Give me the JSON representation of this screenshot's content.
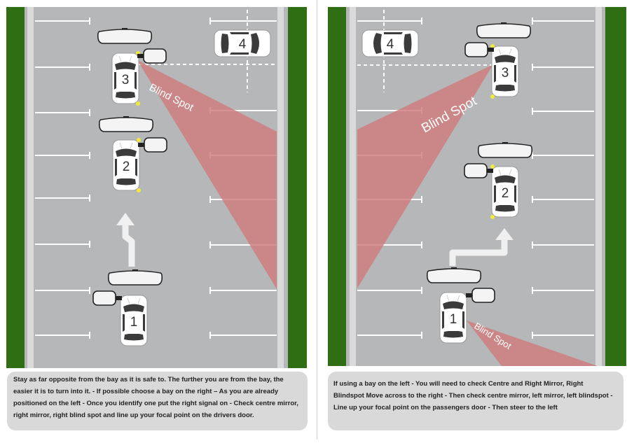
{
  "colors": {
    "grass": "#2f6e12",
    "asphalt": "#b5b7b9",
    "curb": "#dadada",
    "bay_line": "#ffffff",
    "blind_spot": "#cf7d7d",
    "indicator": "#f1ea3c",
    "car_body": "#ffffff",
    "car_glass": "#3b3b3b",
    "caption_bg": "#d9d9d9"
  },
  "left_panel": {
    "blind_spot_label": "Blind Spot",
    "cars": [
      {
        "number": "1",
        "facing": "up"
      },
      {
        "number": "2",
        "facing": "up"
      },
      {
        "number": "3",
        "facing": "up"
      },
      {
        "number": "4",
        "facing": "right"
      }
    ],
    "caption": "Stay as far opposite from the bay as it is safe to. The further you are from the bay, the easier it is to turn into it. - If possible choose a bay on the right – As you are already positioned on the left - Once you identify one put the right signal on - Check centre mirror, right mirror, right blind spot and line up your focal point on the drivers door."
  },
  "right_panel": {
    "blind_spot_label_large": "Blind Spot",
    "blind_spot_label_small": "Blind Spot",
    "cars": [
      {
        "number": "1",
        "facing": "up"
      },
      {
        "number": "2",
        "facing": "up"
      },
      {
        "number": "3",
        "facing": "up"
      },
      {
        "number": "4",
        "facing": "left"
      }
    ],
    "caption": "If using a bay on the left - You will need to check Centre and Right Mirror, Right Blindspot Move across to the right - Then check centre mirror, left mirror, left blindspot - Line up your focal point on the passengers door - Then steer to the left"
  }
}
